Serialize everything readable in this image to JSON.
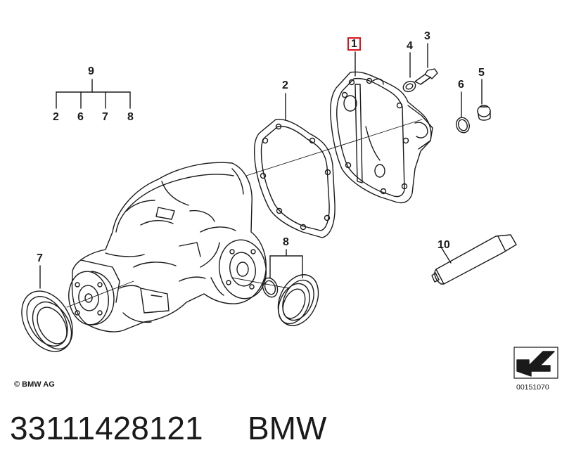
{
  "callouts": {
    "c9": "9",
    "c9_2": "2",
    "c9_6": "6",
    "c9_7": "7",
    "c9_8": "8",
    "c1": "1",
    "c2": "2",
    "c3": "3",
    "c4": "4",
    "c5": "5",
    "c6": "6",
    "c7": "7",
    "c8": "8",
    "c10": "10"
  },
  "highlighted_callout": "1",
  "highlight_color": "#d9141b",
  "copyright": "© BMW AG",
  "doc_number": "00151070",
  "footer": {
    "part_number": "33111428121",
    "brand": "BMW"
  }
}
